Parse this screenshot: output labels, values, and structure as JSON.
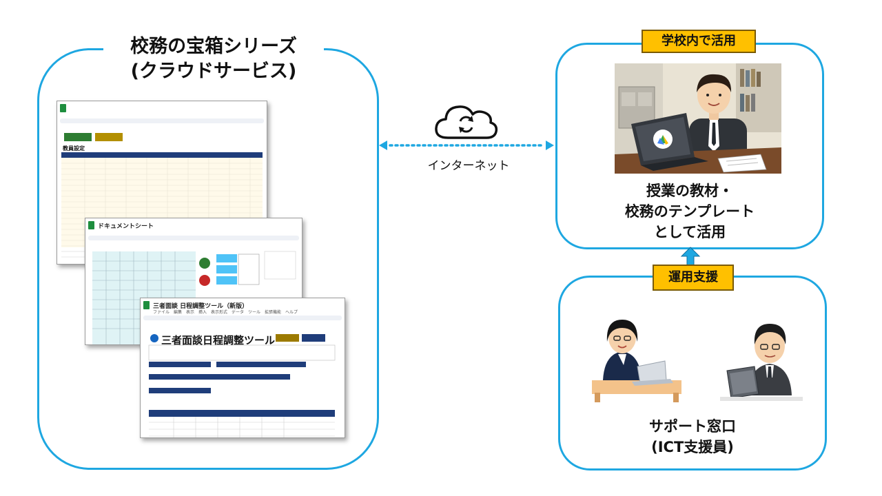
{
  "left_panel": {
    "title_line1": "校務の宝箱シリーズ",
    "title_line2": "(クラウドサービス)"
  },
  "connection": {
    "label": "インターネット",
    "icon": "cloud-sync-icon"
  },
  "school_use": {
    "tag": "学校内で活用",
    "caption_line1": "授業の教材・",
    "caption_line2": "校務のテンプレート",
    "caption_line3": "として活用"
  },
  "support": {
    "tag": "運用支援",
    "caption_line1": "サポート窓口",
    "caption_line2": "(ICT支援員)"
  },
  "sheets": {
    "sheet1_subtitle": "教員設定",
    "sheet2_title": "ドキュメントシート",
    "sheet3_title": "三者面談 日程調整ツール（新版）",
    "sheet3_menu": "ファイル　編集　表示　挿入　表示形式　データ　ツール　拡張機能　ヘルプ",
    "sheet3_heading": "三者面談日程調整ツール"
  },
  "colors": {
    "frame_blue": "#1ea7e1",
    "tag_orange": "#ffc000",
    "header_navy": "#1f3d7a"
  }
}
